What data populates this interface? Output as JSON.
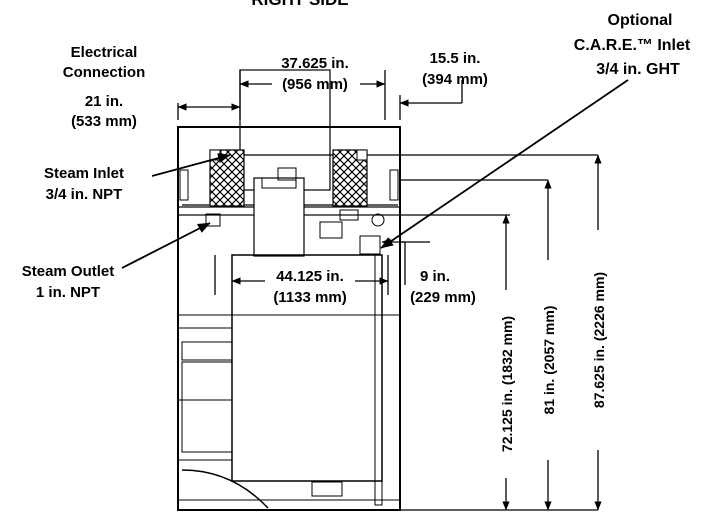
{
  "header": {
    "view_title": "RIGHT SIDE"
  },
  "callouts": {
    "electrical": [
      "Electrical",
      "Connection"
    ],
    "care_inlet": [
      "Optional",
      "C.A.R.E.™ Inlet",
      "3/4 in. GHT"
    ],
    "steam_inlet": [
      "Steam Inlet",
      "3/4 in. NPT"
    ],
    "steam_outlet": [
      "Steam Outlet",
      "1 in. NPT"
    ]
  },
  "dimensions": {
    "width_21": [
      "21 in.",
      "(533 mm)"
    ],
    "width_37": [
      "37.625 in.",
      "(956 mm)"
    ],
    "width_15": [
      "15.5 in.",
      "(394 mm)"
    ],
    "width_44": [
      "44.125 in.",
      "(1133 mm)"
    ],
    "width_9": [
      "9 in.",
      "(229 mm)"
    ],
    "height_72": "72.125 in. (1832 mm)",
    "height_81": "81 in. (2057 mm)",
    "height_87": "87.625 in. (2226 mm)"
  }
}
